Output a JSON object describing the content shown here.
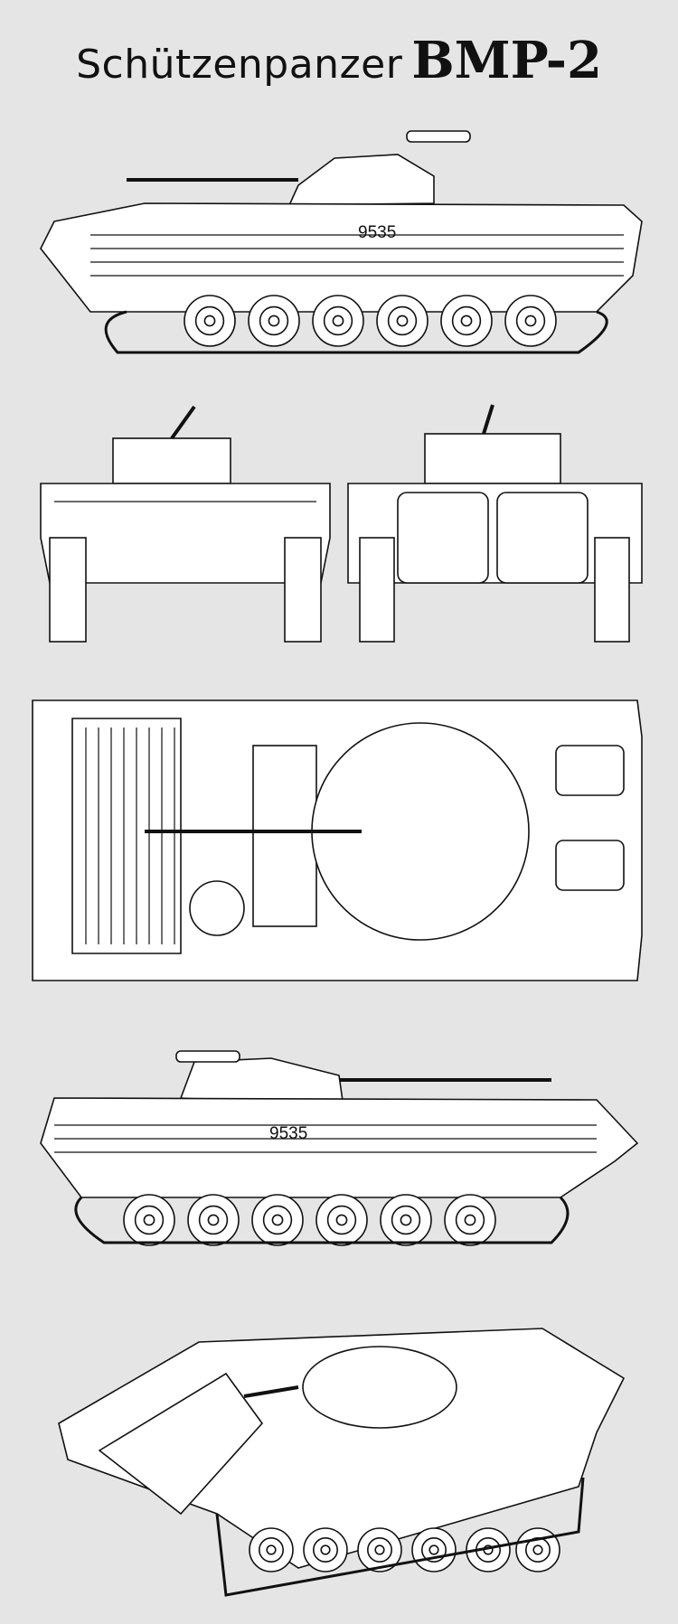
{
  "title": {
    "prefix": "Schützenpanzer",
    "model": "BMP-2"
  },
  "views": {
    "side_left": {
      "hull_number": "9535"
    },
    "front": {},
    "rear": {},
    "top": {},
    "side_right": {
      "hull_number": "9535"
    },
    "perspective": {}
  },
  "colors": {
    "background": "#e5e5e5",
    "line": "#111111",
    "fill": "#ffffff"
  }
}
